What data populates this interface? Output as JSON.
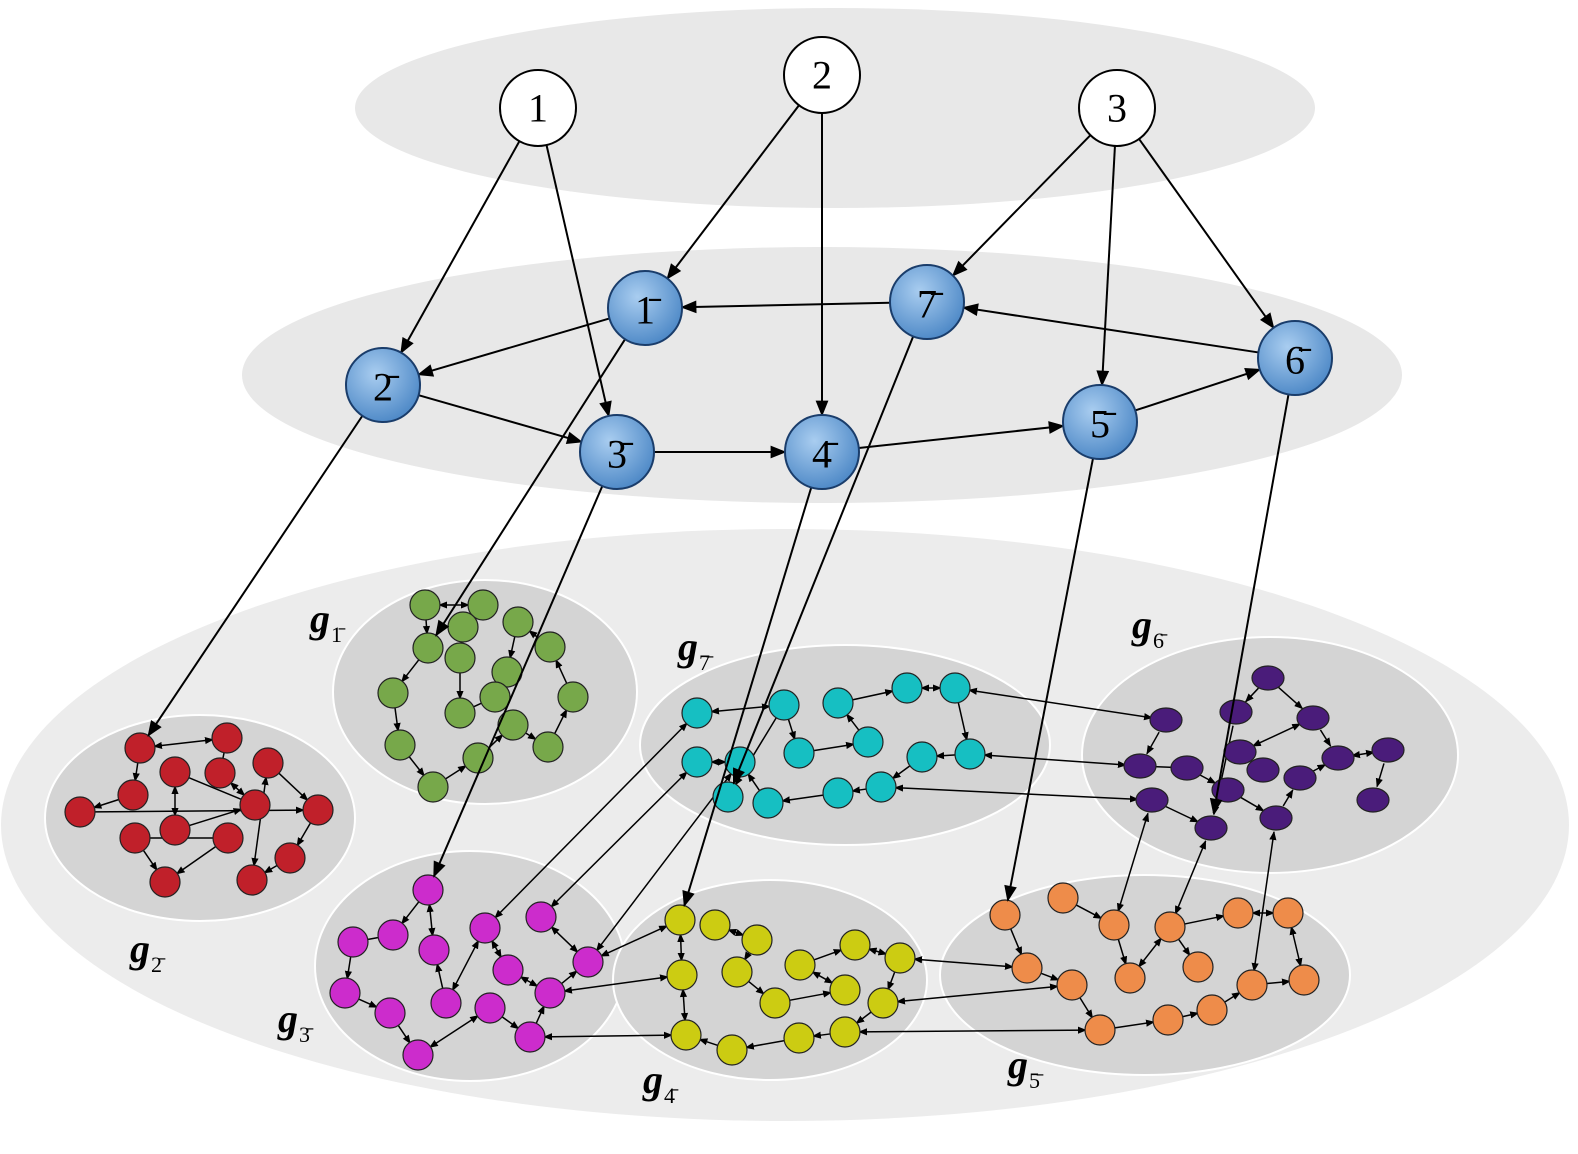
{
  "colors": {
    "level_top": "#e8e8e8",
    "level_mid": "#e8e8e8",
    "level_bottom": "#ececec",
    "cluster_fill": "#d4d4d4",
    "top_node_fill": "#ffffff",
    "mid_node_fill": "#5b9bd5",
    "edge": "#000000",
    "cluster_colors": {
      "c2": "#c0202a",
      "c1": "#77a84a",
      "c7": "#16bfc2",
      "c6": "#4a1c7a",
      "c3": "#cc2ccc",
      "c4": "#cccc12",
      "c5": "#ee8c4a"
    }
  },
  "top_nodes": [
    {
      "id": "t1",
      "label": "1"
    },
    {
      "id": "t2",
      "label": "2"
    },
    {
      "id": "t3",
      "label": "3"
    }
  ],
  "mid_nodes": [
    {
      "id": "m1",
      "label": "1̄"
    },
    {
      "id": "m2",
      "label": "2̄"
    },
    {
      "id": "m3",
      "label": "3̄"
    },
    {
      "id": "m4",
      "label": "4̄"
    },
    {
      "id": "m5",
      "label": "5̄"
    },
    {
      "id": "m6",
      "label": "6̄"
    },
    {
      "id": "m7",
      "label": "7̄"
    }
  ],
  "clusters": [
    {
      "id": "c1",
      "label": "g",
      "subscript": "1̄"
    },
    {
      "id": "c2",
      "label": "g",
      "subscript": "2̄"
    },
    {
      "id": "c3",
      "label": "g",
      "subscript": "3̄"
    },
    {
      "id": "c4",
      "label": "g",
      "subscript": "4̄"
    },
    {
      "id": "c5",
      "label": "g",
      "subscript": "5̄"
    },
    {
      "id": "c6",
      "label": "g",
      "subscript": "6̄"
    },
    {
      "id": "c7",
      "label": "g",
      "subscript": "7̄"
    }
  ]
}
